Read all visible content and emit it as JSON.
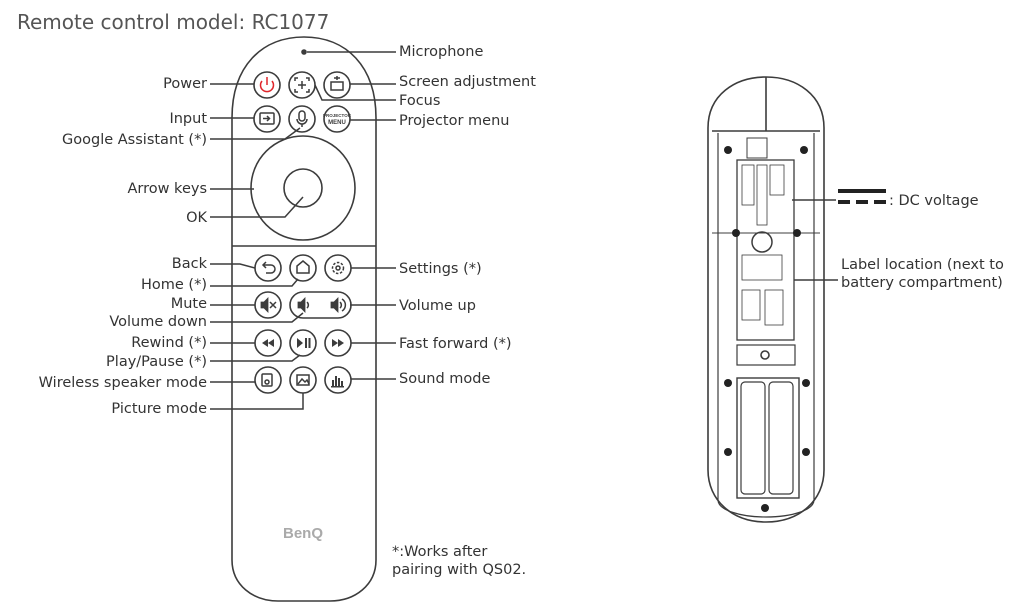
{
  "title": "Remote control model: RC1077",
  "brand": "BenQ",
  "labels": {
    "microphone": "Microphone",
    "power": "Power",
    "screen_adjustment": "Screen adjustment",
    "focus": "Focus",
    "input": "Input",
    "projector_menu": "Projector menu",
    "google_assistant": "Google Assistant (*)",
    "arrow_keys": "Arrow keys",
    "ok": "OK",
    "back": "Back",
    "home": "Home (*)",
    "settings": "Settings (*)",
    "mute": "Mute",
    "volume_up": "Volume up",
    "volume_down": "Volume down",
    "rewind": "Rewind (*)",
    "fast_forward": "Fast forward (*)",
    "play_pause": "Play/Pause (*)",
    "wireless_speaker_mode": "Wireless speaker mode",
    "sound_mode": "Sound mode",
    "picture_mode": "Picture mode",
    "dc_voltage": ": DC voltage",
    "label_location_1": "Label location (next to",
    "label_location_2": "battery compartment)"
  },
  "note": {
    "line1": "*:Works after",
    "line2": "pairing with QS02."
  },
  "buttons": {
    "projector_menu_top": "PROJECTOR",
    "projector_menu_bottom": "MENU"
  },
  "colors": {
    "power_icon": "#e0262b",
    "line": "#3c3c3c"
  }
}
